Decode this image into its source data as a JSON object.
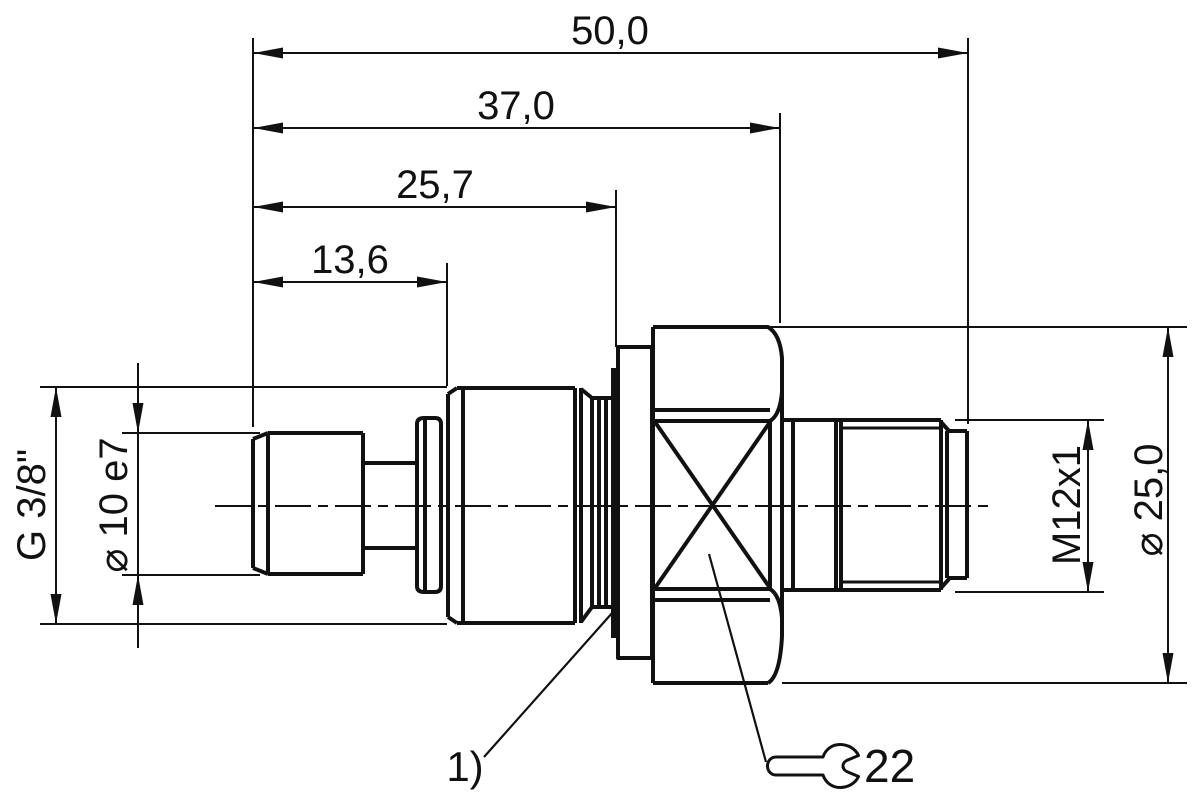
{
  "drawing": {
    "background": "#ffffff",
    "line_color": "#111111",
    "horizontal_dimensions": [
      {
        "id": "overall_length",
        "label": "50,0"
      },
      {
        "id": "length_to_hex",
        "label": "37,0"
      },
      {
        "id": "length_to_seal_face",
        "label": "25,7"
      },
      {
        "id": "thread_length",
        "label": "13,6"
      }
    ],
    "left_labels": {
      "thread": "G 3/8\"",
      "spigot_diameter": "⌀ 10 e7"
    },
    "right_labels": {
      "thread": "M12x1",
      "hex_diameter": "⌀ 25,0"
    },
    "callouts": {
      "footnote": "1)",
      "wrench_size": "22",
      "wrench_icon": "open-end-wrench-icon"
    }
  }
}
